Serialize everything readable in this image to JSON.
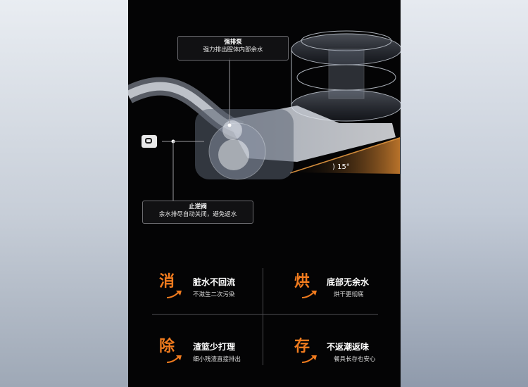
{
  "diagram": {
    "pump_callout": {
      "title": "强排泵",
      "desc": "强力排出腔体内部余水"
    },
    "valve_callout": {
      "title": "止逆阀",
      "desc": "余水排尽自动关闭，避免返水"
    },
    "angle_label": ") 15°",
    "icons": {
      "valve": "check-valve-icon"
    }
  },
  "features": [
    {
      "glyph": "消",
      "title": "脏水不回流",
      "desc": "不滋生二次污染"
    },
    {
      "glyph": "烘",
      "title": "底部无余水",
      "desc": "烘干更彻底"
    },
    {
      "glyph": "除",
      "title": "渣篮少打理",
      "desc": "细小残渣直接排出"
    },
    {
      "glyph": "存",
      "title": "不返潮返味",
      "desc": "餐具长存也安心"
    }
  ],
  "colors": {
    "accent": "#f07b1e",
    "panel": "#040405",
    "slope": "#b8722a"
  }
}
